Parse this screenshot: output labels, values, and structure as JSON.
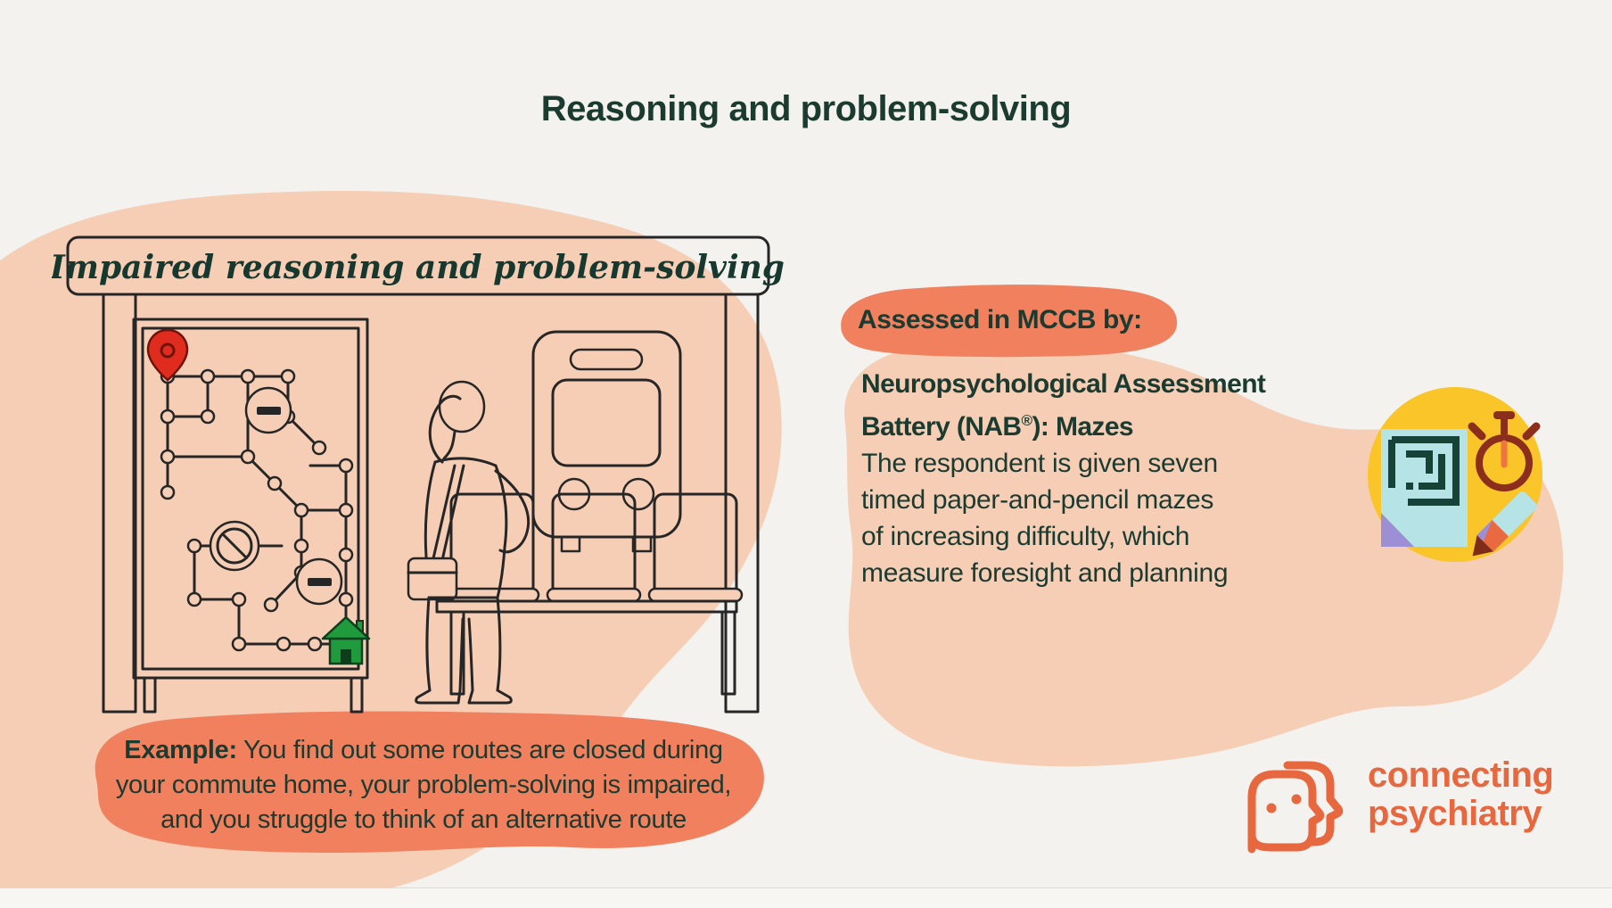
{
  "page": {
    "title": "Reasoning and problem-solving"
  },
  "illustration": {
    "caption": "Impaired reasoning and problem-solving",
    "scene": "person scratching head at bus stop looking at transit map with closed routes",
    "icons": [
      "location-pin-icon",
      "road-closed-icon",
      "no-entry-icon",
      "house-icon",
      "bus-icon",
      "bench-seats"
    ]
  },
  "assessment": {
    "badge_label": "Assessed in MCCB by:",
    "test_name_line1": "Neuropsychological Assessment",
    "test_name_line2_pre": "Battery (NAB",
    "test_name_reg": "®",
    "test_name_line2_post": "): Mazes",
    "description_lines": [
      "The respondent is given seven",
      "timed paper-and-pencil mazes",
      "of increasing difficulty, which",
      "measure foresight and planning"
    ],
    "icon": "maze-paper-stopwatch-pencil"
  },
  "example": {
    "label": "Example:",
    "line1_rest": " You find out some routes are closed during",
    "line2": "your commute home, your problem-solving is impaired,",
    "line3": "and you struggle to think of an alternative route"
  },
  "logo": {
    "line1": "connecting",
    "line2": "psychiatry"
  },
  "colors": {
    "background": "#f3f2ee",
    "blob_peach": "#f6ceb5",
    "blob_salmon": "#f0805e",
    "text_green": "#1b3a30",
    "logo_orange": "#e7673f",
    "icon_circle_yellow": "#f9c528",
    "pin_red": "#e02b1f",
    "house_green": "#1f9a3d",
    "maze_green": "#174238",
    "paper_blue": "#b5e3e6",
    "fold_purple": "#9c8fd6",
    "stopwatch_maroon": "#8c2e1c",
    "hand_orange": "#ef7440"
  }
}
